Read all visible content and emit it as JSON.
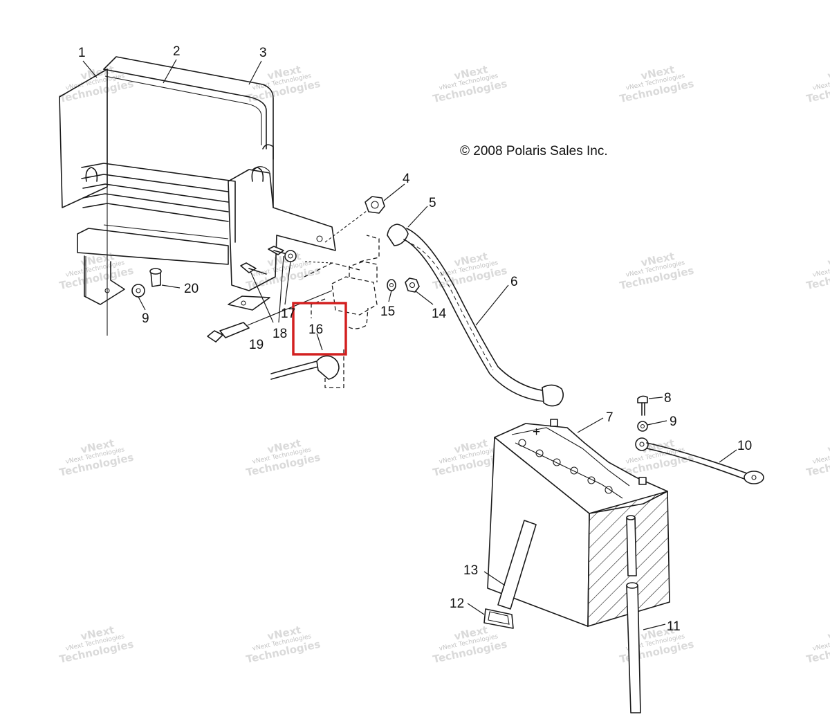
{
  "copyright": "© 2008 Polaris Sales Inc.",
  "watermark": {
    "small": "vNext Technologies",
    "large": "Technologies",
    "top": "vNext"
  },
  "callouts": {
    "c1": "1",
    "c2": "2",
    "c3": "3",
    "c4": "4",
    "c5": "5",
    "c6": "6",
    "c7": "7",
    "c8": "8",
    "c9a": "9",
    "c9b": "9",
    "c10": "10",
    "c11": "11",
    "c12": "12",
    "c13": "13",
    "c14": "14",
    "c15": "15",
    "c16": "16",
    "c17": "17",
    "c18": "18",
    "c19": "19",
    "c20": "20"
  },
  "battery": {
    "positive_symbol": "+"
  },
  "highlight": {
    "color": "#d32020",
    "target": "16"
  }
}
